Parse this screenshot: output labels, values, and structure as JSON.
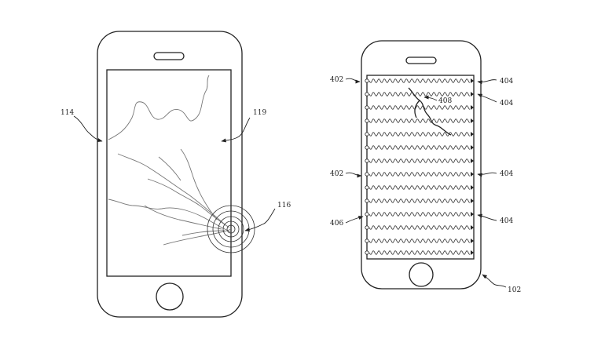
{
  "figure_left": {
    "labels": {
      "ref_114": "114",
      "ref_119": "119",
      "ref_116": "116"
    }
  },
  "figure_right": {
    "labels": {
      "ref_402_top": "402",
      "ref_402_mid": "402",
      "ref_404_a": "404",
      "ref_404_b": "404",
      "ref_404_c": "404",
      "ref_404_d": "404",
      "ref_408": "408",
      "ref_406": "406",
      "ref_102": "102"
    }
  }
}
